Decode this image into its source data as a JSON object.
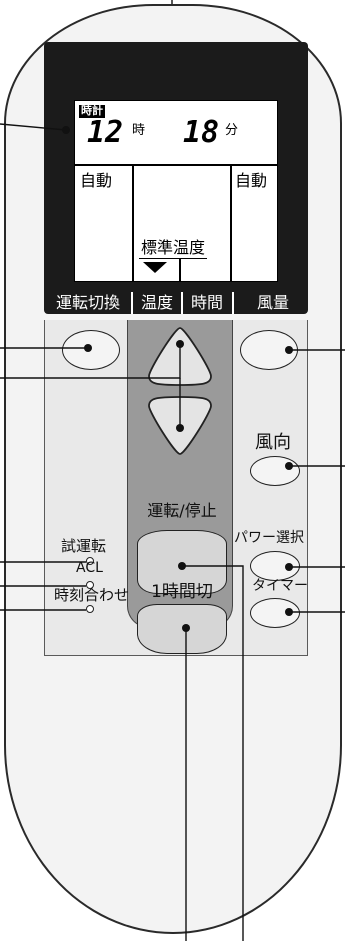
{
  "lcd": {
    "clock_tag": "時計",
    "hour": "12",
    "hour_unit": "時",
    "minute": "18",
    "minute_unit": "分",
    "mode_left": "自動",
    "mode_right": "自動",
    "standard_temp": "標準温度"
  },
  "labels": {
    "mode_switch": "運転切換",
    "temperature": "温度",
    "time": "時間",
    "fan_speed": "風量"
  },
  "buttons": {
    "wind_direction": "風向",
    "run_stop": "運転/停止",
    "power_select": "パワー選択",
    "test_run": "試運転",
    "acl": "ACL",
    "timer": "タイマー",
    "clock_set": "時刻合わせ",
    "one_hour_off": "1時間切"
  },
  "colors": {
    "lcd_frame": "#1b1b1b",
    "center_panel": "#9a9a9a",
    "body": "#f3f3f3"
  }
}
